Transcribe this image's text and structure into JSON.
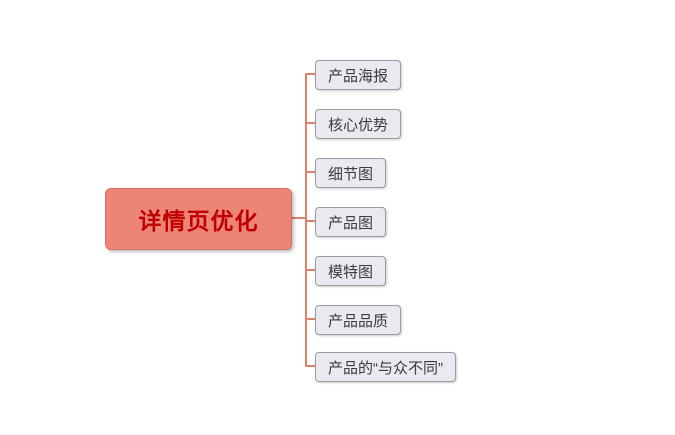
{
  "diagram": {
    "title": "详情页优化 mind map",
    "root": {
      "label": "详情页优化"
    },
    "children": [
      {
        "label": "产品海报"
      },
      {
        "label": "核心优势"
      },
      {
        "label": "细节图"
      },
      {
        "label": "产品图"
      },
      {
        "label": "模特图"
      },
      {
        "label": "产品品质"
      },
      {
        "label": "产品的“与众不同”"
      }
    ],
    "colors": {
      "root_bg": "#ec8576",
      "root_border": "#d96f60",
      "root_text": "#c00000",
      "child_bg": "#e9e9ef",
      "child_border": "#9b9ba3",
      "child_text": "#3c3c3c",
      "line": "#e2806e"
    }
  }
}
